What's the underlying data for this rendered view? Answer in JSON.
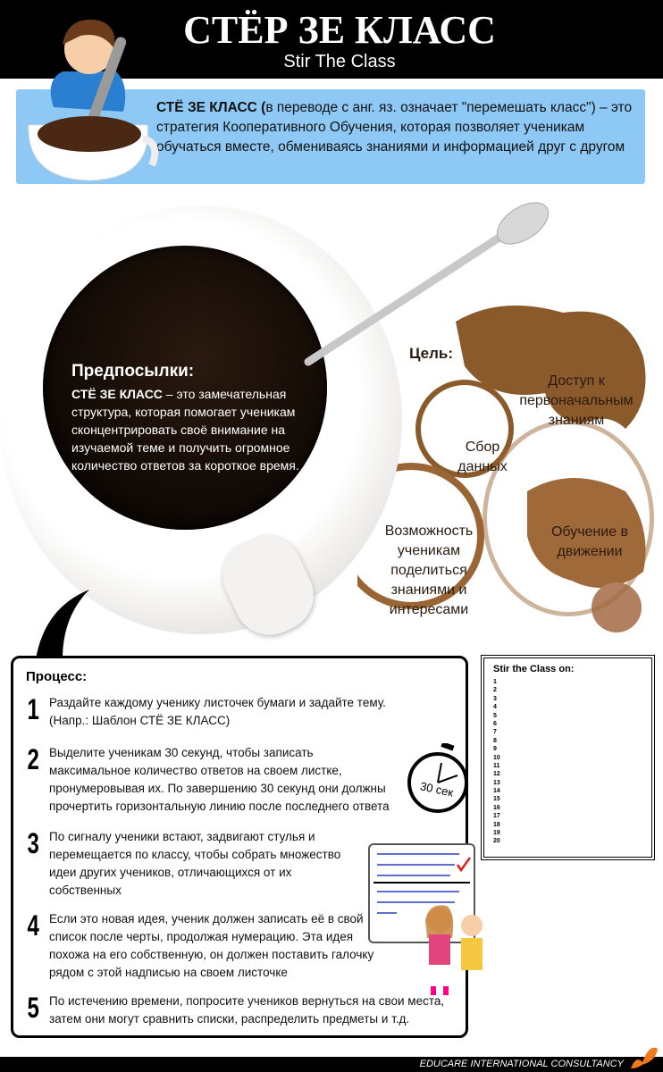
{
  "header": {
    "title": "СТЁР ЗЕ КЛАСС",
    "subtitle": "Stir The Class"
  },
  "intro": {
    "bold": "СТЁ ЗЕ КЛАСС (",
    "text": "в переводе с анг. яз. означает \"перемешать класс\") – это  стратегия Кооперативного Обучения, которая позволяет ученикам обучаться вместе, обмениваясь знаниями и информацией друг с другом"
  },
  "background": {
    "heading": "Предпосылки:",
    "bold": "СТЁ ЗЕ КЛАСС",
    "text": " – это  замечательная структура, которая помогает ученикам сконцентрировать своё внимание на изучаемой теме и получить огромное количество ответов за короткое время."
  },
  "goals": {
    "label": "Цель:",
    "items": [
      "Доступ к первоначальным знаниям",
      "Сбор данных",
      "Возможность ученикам поделиться знаниями и интересами",
      "Обучение в движении"
    ]
  },
  "process": {
    "heading": "Процесс:",
    "steps": [
      {
        "num": "1",
        "text": "Раздайте каждому ученику листочек бумаги и задайте тему. (Напр.: Шаблон СТЁ ЗЕ КЛАСС)"
      },
      {
        "num": "2",
        "text": "Выделите ученикам 30 секунд, чтобы записать максимальное количество ответов на своем листке, пронумеровывая их. По завершению 30 секунд они должны прочертить горизонтальную линию после последнего ответа"
      },
      {
        "num": "3",
        "text": "По сигналу ученики встают, задвигают стулья и перемещается по классу, чтобы собрать множество идеи других учеников, отличающихся от их собственных"
      },
      {
        "num": "4",
        "text": "Если это новая идея, ученик должен записать её в свой список после черты, продолжая нумерацию. Эта идея похожа на его собственную, он должен поставить галочку рядом с этой надписью на своем листочке"
      },
      {
        "num": "5",
        "text": "По истечению  времени, попросите учеников вернуться на свои места, затем они могут сравнить списки, распределить предметы и т.д."
      }
    ]
  },
  "timer": {
    "label": "30 сек"
  },
  "worksheet": {
    "title": "Stir the Class on:",
    "numbers": [
      "1",
      "2",
      "3",
      "4",
      "5",
      "6",
      "7",
      "8",
      "9",
      "10",
      "11",
      "12",
      "13",
      "14",
      "15",
      "16",
      "17",
      "18",
      "19",
      "20"
    ]
  },
  "footer": {
    "company": "EDUCARE INTERNATIONAL CONSULTANCY"
  },
  "colors": {
    "stain": "#8b5a2b",
    "intro_bg": "#8ec8f5",
    "logo": "#f07a1a"
  }
}
